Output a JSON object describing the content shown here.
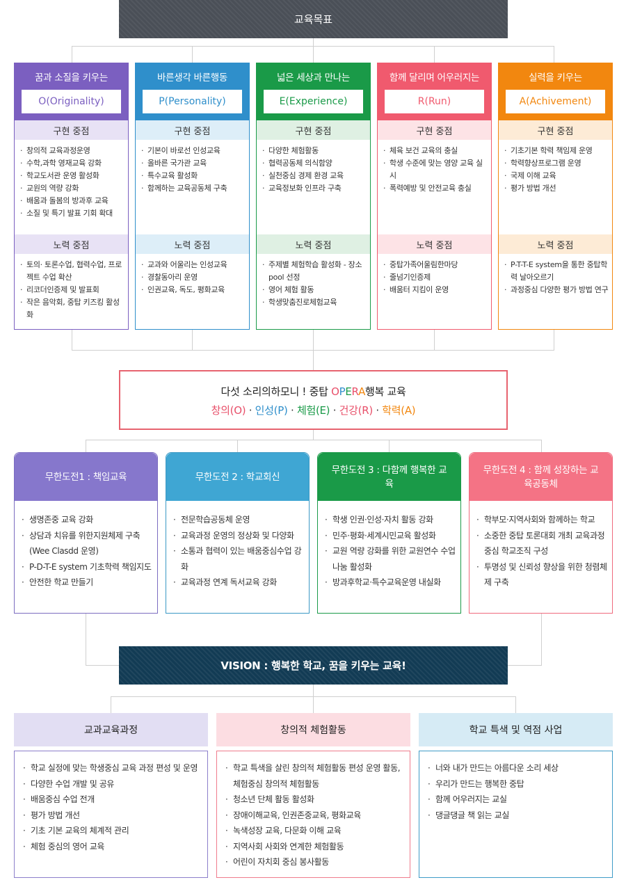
{
  "goal_title": "교육목표",
  "columns": [
    {
      "title": "꿈과 소질을 키우는",
      "badge": "O(Originality)",
      "color": "#7b5fc0",
      "light": "#e8e2f5",
      "sec1": "구현 중점",
      "items1": [
        "창의적 교육과정운영",
        "수학,과학 영재교육 강화",
        "학교도서관 운영 활성화",
        "교원의 역량 강화",
        "배움과 돌봄의 방과후 교육",
        "소질 및 특기 발표 기회 확대"
      ],
      "sec2": "노력 중점",
      "items2": [
        "토의· 토론수업, 협력수업, 프로젝트 수업 확산",
        "리코더인증제 및 발표회",
        "작은 음악회, 중탑 키즈킹 활성화"
      ]
    },
    {
      "title": "바른생각 바른행동",
      "badge": "P(Personality)",
      "color": "#2f8fcb",
      "light": "#ddeef8",
      "sec1": "구현 중점",
      "items1": [
        "기본이 바로선 인성교육",
        "올바른 국가관 교육",
        "특수교육 활성화",
        "함께하는 교육공동체 구축"
      ],
      "sec2": "노력 중점",
      "items2": [
        "교과와 어울리는 인성교육",
        "경찰동아리 운영",
        "인권교육, 독도, 평화교육"
      ]
    },
    {
      "title": "넓은 세상과 만나는",
      "badge": "E(Experience)",
      "color": "#1a9a48",
      "light": "#dff0e3",
      "sec1": "구현 중점",
      "items1": [
        "다양한 체험활동",
        "협력공동체 의식함양",
        "실천중심 경제 환경 교육",
        "교육정보화 인프라 구축"
      ],
      "sec2": "노력 중점",
      "items2": [
        "주제별 체험학습 활성화 - 장소 pool 선정",
        "영어 체험 활동",
        "학생맞춤진로체험교육"
      ]
    },
    {
      "title": "함께 달리며 어우러지는",
      "badge": "R(Run)",
      "color": "#f05a6e",
      "light": "#fde3e6",
      "sec1": "구현 중점",
      "items1": [
        "체육 보건 교육의 충실",
        "학생 수준에 맞는 영양 교육 실시",
        "폭력예방 및 안전교육 충실"
      ],
      "sec2": "노력 중점",
      "items2": [
        "중탑가족어울림한마당",
        "줄넘기인증제",
        "배움터 지킴이 운영"
      ]
    },
    {
      "title": "실력을 키우는",
      "badge": "A(Achivement)",
      "color": "#f2870f",
      "light": "#fdebd6",
      "sec1": "구현 중점",
      "items1": [
        "기초기본 학력 책임제 운영",
        "학력향상프로그램 운영",
        "국제 이해 교육",
        "평가 방법 개선"
      ],
      "sec2": "노력 중점",
      "items2": [
        "P-T-T-E system을 통한 중탑학력 날아오르기",
        "과정중심 다양한 평가 방법 연구"
      ]
    }
  ],
  "motto": {
    "line1_pre": "다섯 소리의하모니 ! 중탑 ",
    "opera": [
      "O",
      "P",
      "E",
      "R",
      "A"
    ],
    "line1_post": "행복 교육",
    "values": [
      "창의(O)",
      "인성(P)",
      "체험(E)",
      "건강(R)",
      "학력(A)"
    ],
    "sep": "·"
  },
  "challenges": [
    {
      "title": "무한도전1 : 책임교육",
      "color": "#8677cc",
      "border": "#7b6cc0",
      "items": [
        "생명존중 교육 강화",
        "상담과 치유를 위한지원체제 구축(Wee Clasdd 운영)",
        "P-D-T-E system 기초학력 책임지도",
        "안전한 학교 만들기"
      ]
    },
    {
      "title": "무한도전 2 : 학교회신",
      "color": "#3fa6d3",
      "border": "#3a98c4",
      "items": [
        "전문학습공동체 운영",
        "교육과정 운영의 정상화 및 다양화",
        "소통과 협력이 있는 배움중심수업 강화",
        "교육과정 연계 독서교육 강화"
      ]
    },
    {
      "title": "무한도전 3 : 다함께 행복한 교육",
      "color": "#1a9a48",
      "border": "#1a9a48",
      "items": [
        "학생 인권·인성·자치 활동 강화",
        "민주·평화·세계시민교육 활성화",
        "교원 역량 강화를 위한 교원연수 수업나눔 활성화",
        "방과후학교·특수교육운영 내실화"
      ]
    },
    {
      "title": "무한도전 4 : 함께 성장하는 교육공동체",
      "color": "#f47385",
      "border": "#ef6a7d",
      "items": [
        "학부모·지역사회와 함께하는 학교",
        "소중한 중탑 토론대회 개최 교육과정 중심 학교조직 구성",
        "투명성 및 신뢰성 향상을 위한 청렴체제 구축"
      ]
    }
  ],
  "vision": "VISION : 행복한 학교, 꿈을 키우는 교육!",
  "bottom": [
    {
      "title": "교과교육과정",
      "head_bg": "#e2def3",
      "border": "#8c7fcb",
      "items": [
        "학교 실정에 맞는 학생중심 교육 과정 편성 및 운영",
        "다양한 수업 개발 및 공유",
        "배움중심 수업 전개",
        "평가 방법 개선",
        "기초 기본 교육의 체계적 관리",
        "체험 중심의 영어 교육"
      ]
    },
    {
      "title": "창의적  체험활동",
      "head_bg": "#fcdde2",
      "border": "#ef7b8c",
      "items": [
        "학교 특색을 살린 창의적 체험활동 편성 운영 활동, 체험중심 창의적 체험활동",
        "청소년 단체 활동 활성화",
        "장애이해교육, 인권존중교육, 평화교육",
        "녹색성장 교육, 다문화 이해 교육",
        "지역사회 사회와 연계한 체험활동",
        "어린이 자치회 중심 봉사활동"
      ]
    },
    {
      "title": "학교 특색 및 역점 사업",
      "head_bg": "#d6ebf5",
      "border": "#3f9cc7",
      "items": [
        "너와 내가 만드는 아름다운 소리 세상",
        "우리가 만드는 행복한 중탑",
        "함께 어우러지는 교실",
        "댕글댕글 책 읽는 교실"
      ]
    }
  ]
}
